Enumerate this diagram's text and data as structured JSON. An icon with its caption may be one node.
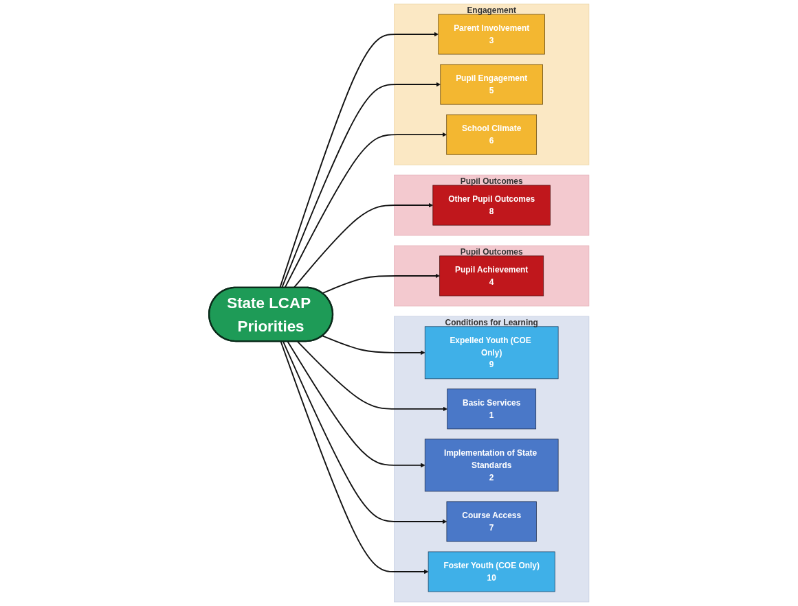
{
  "diagram": {
    "nodes": [
      {
        "text": [
          "Conditions for Learning"
        ]
      },
      {
        "text": [
          "Expelled Youth (COE Only)",
          "9"
        ],
        "in": 0
      },
      {
        "text": [
          "Basic Services",
          "1"
        ],
        "in": 0
      },
      {
        "text": [
          "Implementation of State Standards",
          "2"
        ],
        "in": 0
      },
      {
        "text": [
          "Course Access",
          "7"
        ],
        "in": 0
      },
      {
        "text": [
          "Foster Youth (COE Only)",
          "10"
        ],
        "in": 0
      },
      {
        "text": [
          "Pupil Outcomes"
        ]
      },
      {
        "text": [
          "Pupil Achievement",
          "4"
        ],
        "in": 6
      },
      {
        "text": [
          "State LCAP Priorities"
        ]
      },
      {
        "text": [
          "Pupil Outcomes"
        ]
      },
      {
        "text": [
          "Other Pupil Outcomes",
          "8"
        ],
        "in": 9
      },
      {
        "text": [
          "Engagement"
        ]
      },
      {
        "text": [
          "Parent Involvement",
          "3"
        ],
        "in": 11
      },
      {
        "text": [
          "Pupil Engagement",
          "5"
        ],
        "in": 11
      },
      {
        "text": [
          "School Climate",
          "6"
        ],
        "in": 11
      }
    ],
    "edges": [
      {
        "from": 8,
        "to": 1,
        "arrow": "to"
      },
      {
        "from": 8,
        "to": 2,
        "arrow": "to"
      },
      {
        "from": 8,
        "to": 3,
        "arrow": "to"
      },
      {
        "from": 8,
        "to": 4,
        "arrow": "to"
      },
      {
        "from": 8,
        "to": 5,
        "arrow": "to"
      },
      {
        "from": 8,
        "to": 7,
        "arrow": "to"
      },
      {
        "from": 8,
        "to": 10,
        "arrow": "to"
      },
      {
        "from": 8,
        "to": 12,
        "arrow": "to"
      },
      {
        "from": 8,
        "to": 13,
        "arrow": "to"
      },
      {
        "from": 8,
        "to": 14,
        "arrow": "to"
      }
    ]
  }
}
